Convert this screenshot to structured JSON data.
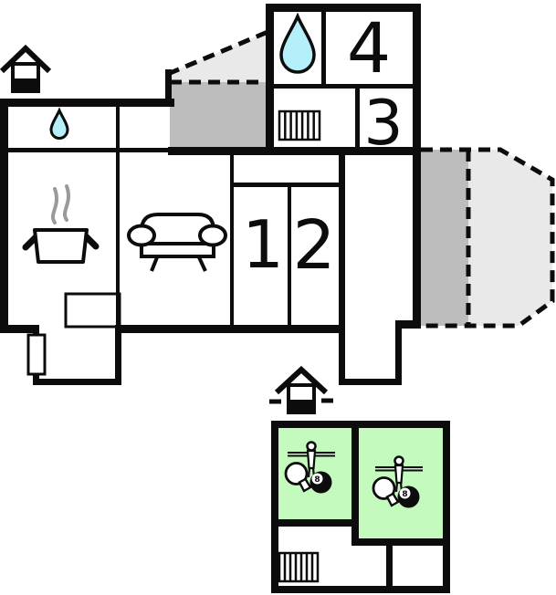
{
  "colors": {
    "wall": "#0c0c0c",
    "water_drop": "#b5f0fa",
    "game_room_fill": "#c4fabe",
    "terrace_near": "#bdbdbd",
    "terrace_far": "#e9e9e9",
    "steam": "#9a9a9a"
  },
  "upper_floor": {
    "rooms": [
      {
        "id": "room-1",
        "label": "1"
      },
      {
        "id": "room-2",
        "label": "2"
      },
      {
        "id": "room-3",
        "label": "3"
      },
      {
        "id": "room-4",
        "label": "4"
      }
    ],
    "features": [
      "entrance-house-marker",
      "bathroom-water-drop",
      "shower-water-drop",
      "kitchen-pot",
      "sofa",
      "staircase",
      "covered-veranda",
      "terrace",
      "door-marker",
      "hallway"
    ]
  },
  "lower_floor": {
    "features": [
      "entrance-house-marker",
      "game-room-left",
      "game-room-right",
      "staircase"
    ],
    "eight_ball_label": "8"
  }
}
